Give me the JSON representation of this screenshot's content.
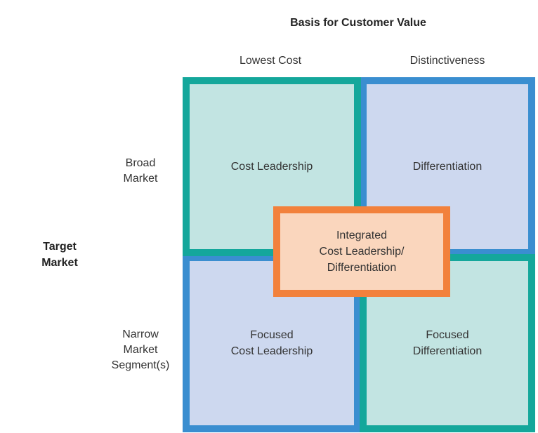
{
  "title": "Basis for Customer Value",
  "columns": {
    "left": "Lowest Cost",
    "right": "Distinctiveness"
  },
  "side_title": [
    "Target",
    "Market"
  ],
  "rows": {
    "top": [
      "Broad",
      "Market"
    ],
    "bottom": [
      "Narrow",
      "Market",
      "Segment(s)"
    ]
  },
  "cells": {
    "top_left": [
      "Cost Leadership"
    ],
    "top_right": [
      "Differentiation"
    ],
    "bottom_left": [
      "Focused",
      "Cost Leadership"
    ],
    "bottom_right": [
      "Focused",
      "Differentiation"
    ]
  },
  "center": [
    "Integrated",
    "Cost Leadership/",
    "Differentiation"
  ],
  "colors": {
    "teal": "#14a79b",
    "teal_fill": "#c2e4e2",
    "blue": "#3a8ed0",
    "blue_fill": "#cdd8ef",
    "orange": "#f2813c",
    "orange_fill": "#fad6bd"
  }
}
